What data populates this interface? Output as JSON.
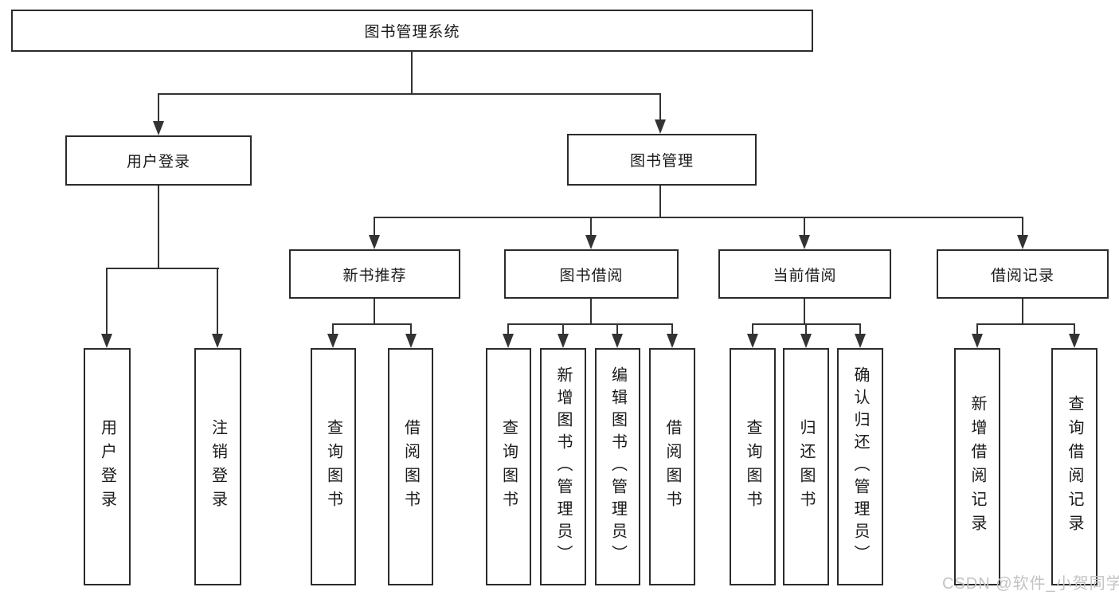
{
  "diagram": {
    "root": "图书管理系统",
    "user_login": {
      "label": "用户登录",
      "children": [
        "用户登录",
        "注销登录"
      ]
    },
    "book_mgmt": {
      "label": "图书管理",
      "children": [
        {
          "label": "新书推荐",
          "children": [
            "查询图书",
            "借阅图书"
          ]
        },
        {
          "label": "图书借阅",
          "children": [
            "查询图书",
            "新增图书（管理员）",
            "编辑图书（管理员）",
            "借阅图书"
          ]
        },
        {
          "label": "当前借阅",
          "children": [
            "查询图书",
            "归还图书",
            "确认归还（管理员）"
          ]
        },
        {
          "label": "借阅记录",
          "children": [
            "新增借阅记录",
            "查询借阅记录"
          ]
        }
      ]
    }
  },
  "watermark": {
    "text": "CSDN @软件_小贺同学",
    "color": "#c3c3c3"
  },
  "colors": {
    "line": "#333333",
    "box_border": "#2b2b2b",
    "box_background": "#ffffff",
    "text": "#1a1a1a",
    "page_background": "#ffffff"
  }
}
